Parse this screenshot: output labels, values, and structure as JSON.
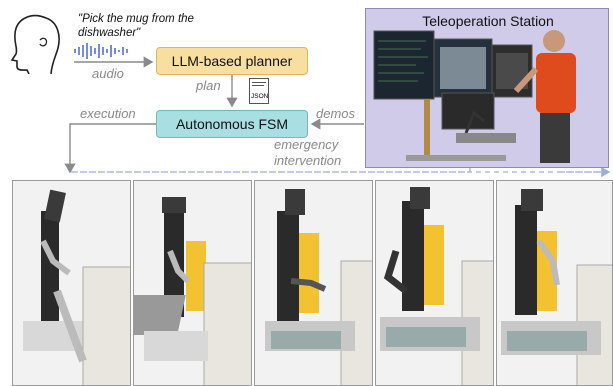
{
  "speech": "\"Pick the mug from the dishwasher\"",
  "labels": {
    "audio": "audio",
    "plan": "plan",
    "execution": "execution",
    "demos": "demos",
    "emergency": "emergency",
    "intervention": "intervention"
  },
  "boxes": {
    "planner": "LLM-based planner",
    "fsm": "Autonomous FSM",
    "station": "Teleoperation Station"
  },
  "json_icon_text": "JSON",
  "colors": {
    "planner_fill": "#f8dfa0",
    "fsm_fill": "#a9dfe2",
    "station_fill": "#cfcbe9",
    "audio_wave": "#3b5bd6",
    "arrow": "#8a8a8a",
    "dashed_arrow": "#9fb0d6"
  }
}
